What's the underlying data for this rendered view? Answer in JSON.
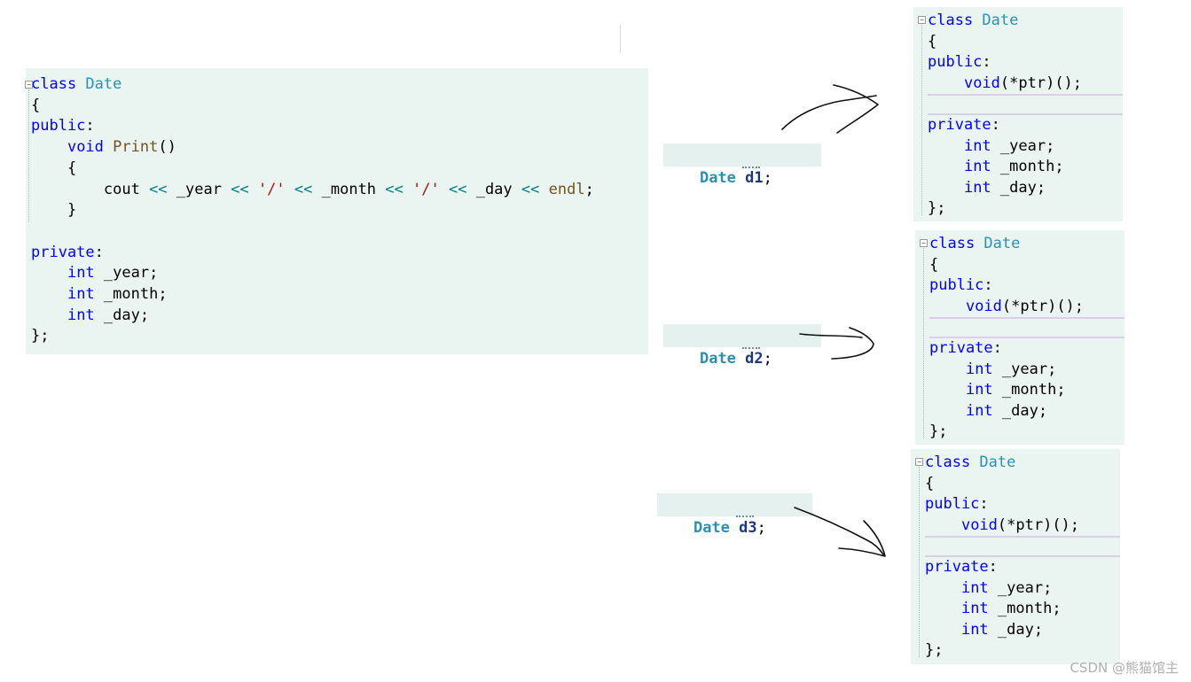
{
  "main_class": {
    "lines": [
      {
        "tokens": [
          {
            "t": "class ",
            "c": "kw"
          },
          {
            "t": "Date",
            "c": "ty"
          }
        ]
      },
      {
        "tokens": [
          {
            "t": "{",
            "c": ""
          }
        ]
      },
      {
        "tokens": [
          {
            "t": "public",
            "c": "kw"
          },
          {
            "t": ":",
            "c": ""
          }
        ]
      },
      {
        "tokens": [
          {
            "t": "    ",
            "c": ""
          },
          {
            "t": "void",
            "c": "kw"
          },
          {
            "t": " ",
            "c": ""
          },
          {
            "t": "Print",
            "c": "fn"
          },
          {
            "t": "()",
            "c": ""
          }
        ]
      },
      {
        "tokens": [
          {
            "t": "    {",
            "c": ""
          }
        ]
      },
      {
        "tokens": [
          {
            "t": "        cout ",
            "c": ""
          },
          {
            "t": "<<",
            "c": "op"
          },
          {
            "t": " _year ",
            "c": ""
          },
          {
            "t": "<<",
            "c": "op"
          },
          {
            "t": " ",
            "c": ""
          },
          {
            "t": "'/'",
            "c": "st"
          },
          {
            "t": " ",
            "c": ""
          },
          {
            "t": "<<",
            "c": "op"
          },
          {
            "t": " _month ",
            "c": ""
          },
          {
            "t": "<<",
            "c": "op"
          },
          {
            "t": " ",
            "c": ""
          },
          {
            "t": "'/'",
            "c": "st"
          },
          {
            "t": " ",
            "c": ""
          },
          {
            "t": "<<",
            "c": "op"
          },
          {
            "t": " _day ",
            "c": ""
          },
          {
            "t": "<<",
            "c": "op"
          },
          {
            "t": " ",
            "c": ""
          },
          {
            "t": "endl",
            "c": "fn"
          },
          {
            "t": ";",
            "c": ""
          }
        ]
      },
      {
        "tokens": [
          {
            "t": "    }",
            "c": ""
          }
        ]
      },
      {
        "tokens": []
      },
      {
        "tokens": [
          {
            "t": "private",
            "c": "kw"
          },
          {
            "t": ":",
            "c": ""
          }
        ]
      },
      {
        "tokens": [
          {
            "t": "    ",
            "c": ""
          },
          {
            "t": "int",
            "c": "kw"
          },
          {
            "t": " _year;",
            "c": ""
          }
        ]
      },
      {
        "tokens": [
          {
            "t": "    ",
            "c": ""
          },
          {
            "t": "int",
            "c": "kw"
          },
          {
            "t": " _month;",
            "c": ""
          }
        ]
      },
      {
        "tokens": [
          {
            "t": "    ",
            "c": ""
          },
          {
            "t": "int",
            "c": "kw"
          },
          {
            "t": " _day;",
            "c": ""
          }
        ]
      },
      {
        "tokens": [
          {
            "t": "};",
            "c": ""
          }
        ]
      }
    ]
  },
  "object_class": {
    "lines": [
      {
        "tokens": [
          {
            "t": "class ",
            "c": "kw"
          },
          {
            "t": "Date",
            "c": "ty"
          }
        ]
      },
      {
        "tokens": [
          {
            "t": "{",
            "c": ""
          }
        ]
      },
      {
        "tokens": [
          {
            "t": "public",
            "c": "kw"
          },
          {
            "t": ":",
            "c": ""
          }
        ]
      },
      {
        "tokens": [
          {
            "t": "    ",
            "c": ""
          },
          {
            "t": "void",
            "c": "kw"
          },
          {
            "t": "(*ptr)();",
            "c": ""
          }
        ]
      },
      {
        "tokens": []
      },
      {
        "tokens": [
          {
            "t": "private",
            "c": "kw"
          },
          {
            "t": ":",
            "c": ""
          }
        ]
      },
      {
        "tokens": [
          {
            "t": "    ",
            "c": ""
          },
          {
            "t": "int",
            "c": "kw"
          },
          {
            "t": " _year;",
            "c": ""
          }
        ]
      },
      {
        "tokens": [
          {
            "t": "    ",
            "c": ""
          },
          {
            "t": "int",
            "c": "kw"
          },
          {
            "t": " _month;",
            "c": ""
          }
        ]
      },
      {
        "tokens": [
          {
            "t": "    ",
            "c": ""
          },
          {
            "t": "int",
            "c": "kw"
          },
          {
            "t": " _day;",
            "c": ""
          }
        ]
      },
      {
        "tokens": [
          {
            "t": "};",
            "c": ""
          }
        ]
      }
    ]
  },
  "declarations": [
    {
      "type": "Date",
      "name": "d1",
      "end": ";"
    },
    {
      "type": "Date",
      "name": "d2",
      "end": ";"
    },
    {
      "type": "Date",
      "name": "d3",
      "end": ";"
    }
  ],
  "watermark": "CSDN @熊猫馆主"
}
